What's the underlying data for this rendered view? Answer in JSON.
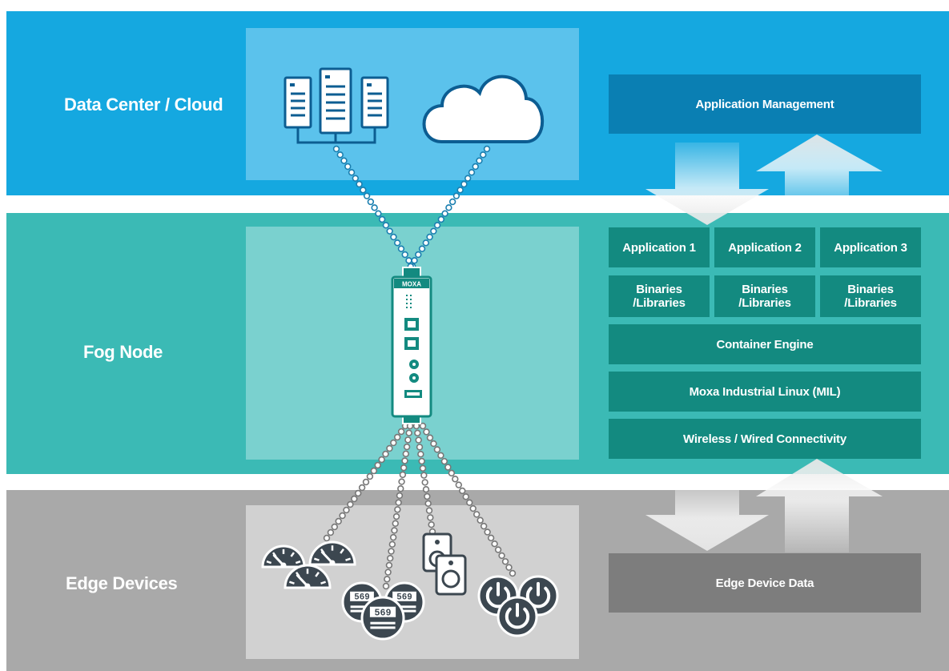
{
  "tiers": {
    "cloud": {
      "label": "Data Center / Cloud",
      "color": "#15a8e0",
      "panel_color": "#5bc2ec"
    },
    "fog": {
      "label": "Fog Node",
      "color": "#3bbab5",
      "panel_color": "#7ad1cf"
    },
    "edge": {
      "label": "Edge Devices",
      "color": "#a9a9a9",
      "panel_color": "#d1d1d1"
    }
  },
  "stack": {
    "app_management": "Application Management",
    "applications": [
      "Application 1",
      "Application 2",
      "Application 3"
    ],
    "binaries": [
      "Binaries\n/Libraries",
      "Binaries\n/Libraries",
      "Binaries\n/Libraries"
    ],
    "container_engine": "Container Engine",
    "os": "Moxa Industrial Linux (MIL)",
    "connectivity": "Wireless / Wired Connectivity",
    "edge_data": "Edge Device Data"
  },
  "device": {
    "brand": "MOXA"
  },
  "meter_reading": "569",
  "colors": {
    "teal_box": "#138a80",
    "app_mgmt_box": "#0a7fb3",
    "edge_data_box": "#7d7d7d",
    "icon_dark": "#3c4750",
    "cloud_icon_dark": "#0c5d92"
  },
  "icons": [
    "server-rack-icon",
    "cloud-icon",
    "industrial-computer-icon",
    "gauge-icon",
    "meter-icon",
    "speaker-icon",
    "power-icon",
    "arrow-down-icon",
    "arrow-up-icon"
  ]
}
